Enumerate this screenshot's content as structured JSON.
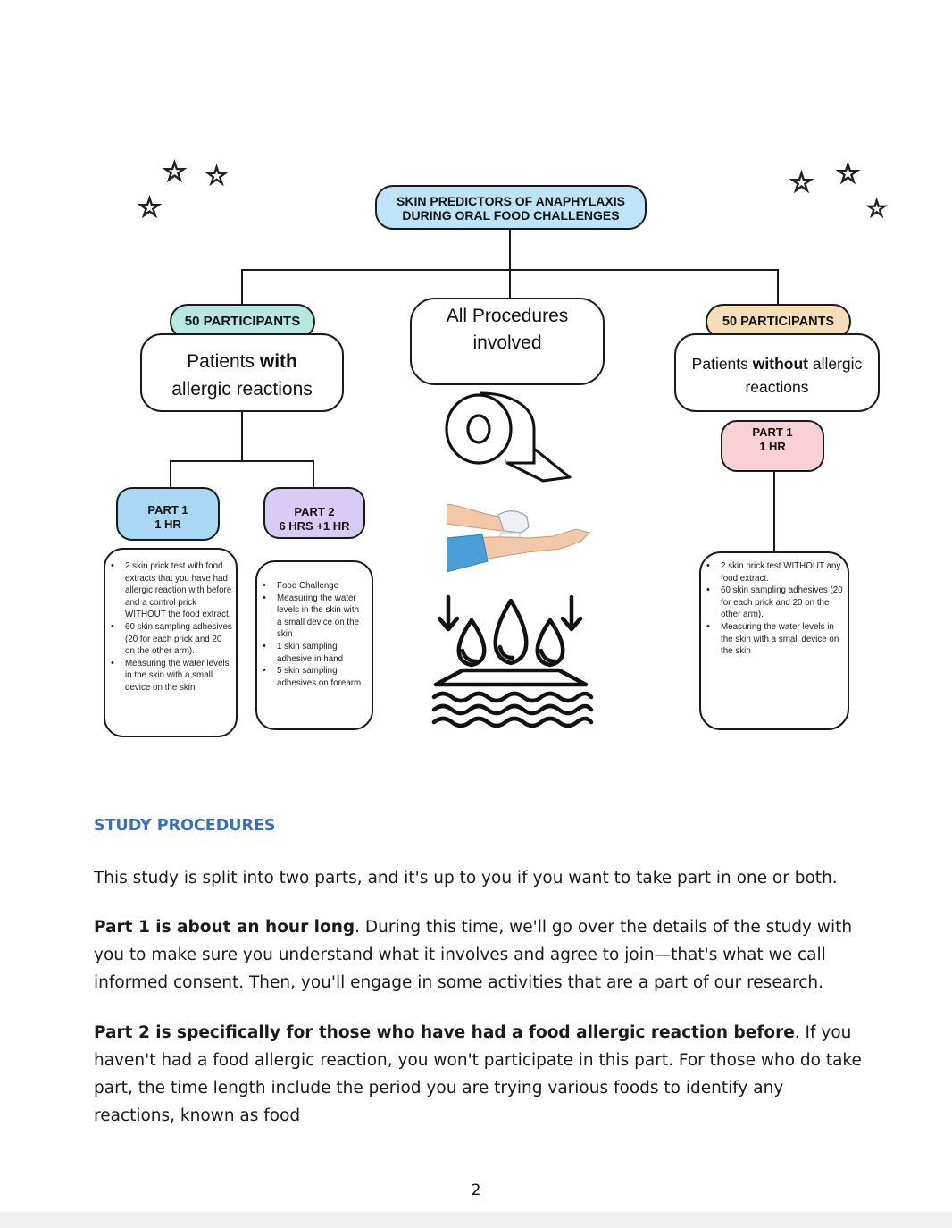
{
  "diagram": {
    "title": "SKIN PREDICTORS OF ANAPHYLAXIS DURING ORAL FOOD CHALLENGES",
    "left": {
      "participants": "50 PARTICIPANTS",
      "group_pre": "Patients ",
      "group_bold": "with",
      "group_post": "allergic reactions",
      "part1_label": "PART 1",
      "part1_duration": "1 HR",
      "part2_label": "PART 2",
      "part2_duration": "6 HRS +1 HR",
      "part1_items": [
        "2 skin prick test with food extracts that you have had allergic reaction with before and a control prick WITHOUT the food extract.",
        "60 skin sampling adhesives (20 for each prick and 20 on the other arm).",
        "Measuring the water levels in the skin with a small device on the skin"
      ],
      "part2_items": [
        "Food Challenge",
        "Measuring the water levels in the skin with a small device on the skin",
        "1 skin sampling adhesive in hand",
        "5 skin sampling adhesives on forearm"
      ]
    },
    "center": {
      "label": "All Procedures involved",
      "icons": [
        "tape-roll-icon",
        "skin-sampling-arm-icon",
        "skin-water-drops-icon"
      ]
    },
    "right": {
      "participants": "50 PARTICIPANTS",
      "group_pre": "Patients ",
      "group_bold": "without",
      "group_post": "allergic reactions",
      "part1_label": "PART 1",
      "part1_duration": "1 HR",
      "part1_items": [
        "2 skin prick test WITHOUT any food extract.",
        "60 skin sampling adhesives (20 for each prick and 20 on the other arm).",
        "Measuring the water levels in the skin with a small device on the skin"
      ]
    },
    "colors": {
      "title": "#bfe3f7",
      "left_participants": "#b8e6e0",
      "right_participants": "#f6dfb6",
      "part1_left": "#a9d8f5",
      "part2": "#d8cbf5",
      "part1_right": "#f8d0d6"
    }
  },
  "study": {
    "heading": "STUDY PROCEDURES",
    "intro": "This study is split into two parts, and it's up to you if you want to take part in one or both.",
    "part1_bold": "Part 1 is about an hour long",
    "part1_rest": ". During this time, we'll go over the details of the study with you to make sure you understand what it involves and agree to join—that's what we call informed consent. Then, you'll engage in some activities that are a part of our research.",
    "part2_bold": "Part 2 is specifically for those who have had a food allergic reaction before",
    "part2_rest": ". If you haven't had a food allergic reaction, you won't participate in this part. For those who do take part, the time length include the period you are trying various foods to identify any reactions, known as food"
  },
  "page_number": "2"
}
